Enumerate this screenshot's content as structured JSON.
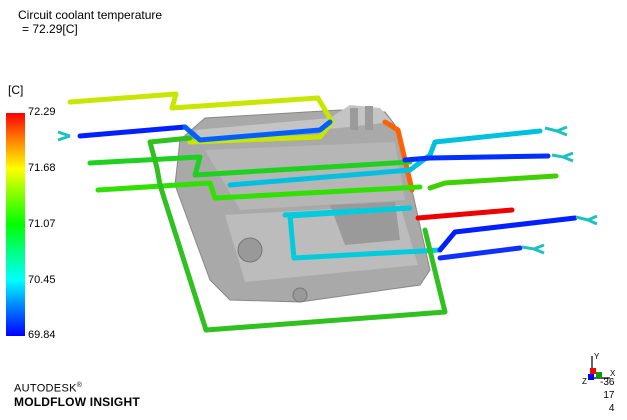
{
  "result": {
    "title": "Circuit coolant temperature",
    "value_line": "= 72.29[C]"
  },
  "legend": {
    "unit": "[C]",
    "ticks": [
      "72.29",
      "71.68",
      "71.07",
      "70.45",
      "69.84"
    ],
    "max": 72.29,
    "min": 69.84
  },
  "brand": {
    "line1": "AUTODESK",
    "line2": "MOLDFLOW INSIGHT",
    "mark": "®"
  },
  "triad": {
    "axis_y": "Y",
    "axis_x": "X",
    "axis_z": "Z"
  },
  "view_coords": [
    "-36",
    "17",
    "4"
  ],
  "colors": {
    "hot": "#ff0000",
    "warm": "#ffff00",
    "mid": "#00c800",
    "cool": "#00ffff",
    "cold": "#0000ff",
    "part": "#a8a8a8",
    "inlet_icon": "#20c0c0"
  },
  "icons": {
    "inlet": "coolant-inlet-icon",
    "outlet": "coolant-outlet-icon"
  }
}
